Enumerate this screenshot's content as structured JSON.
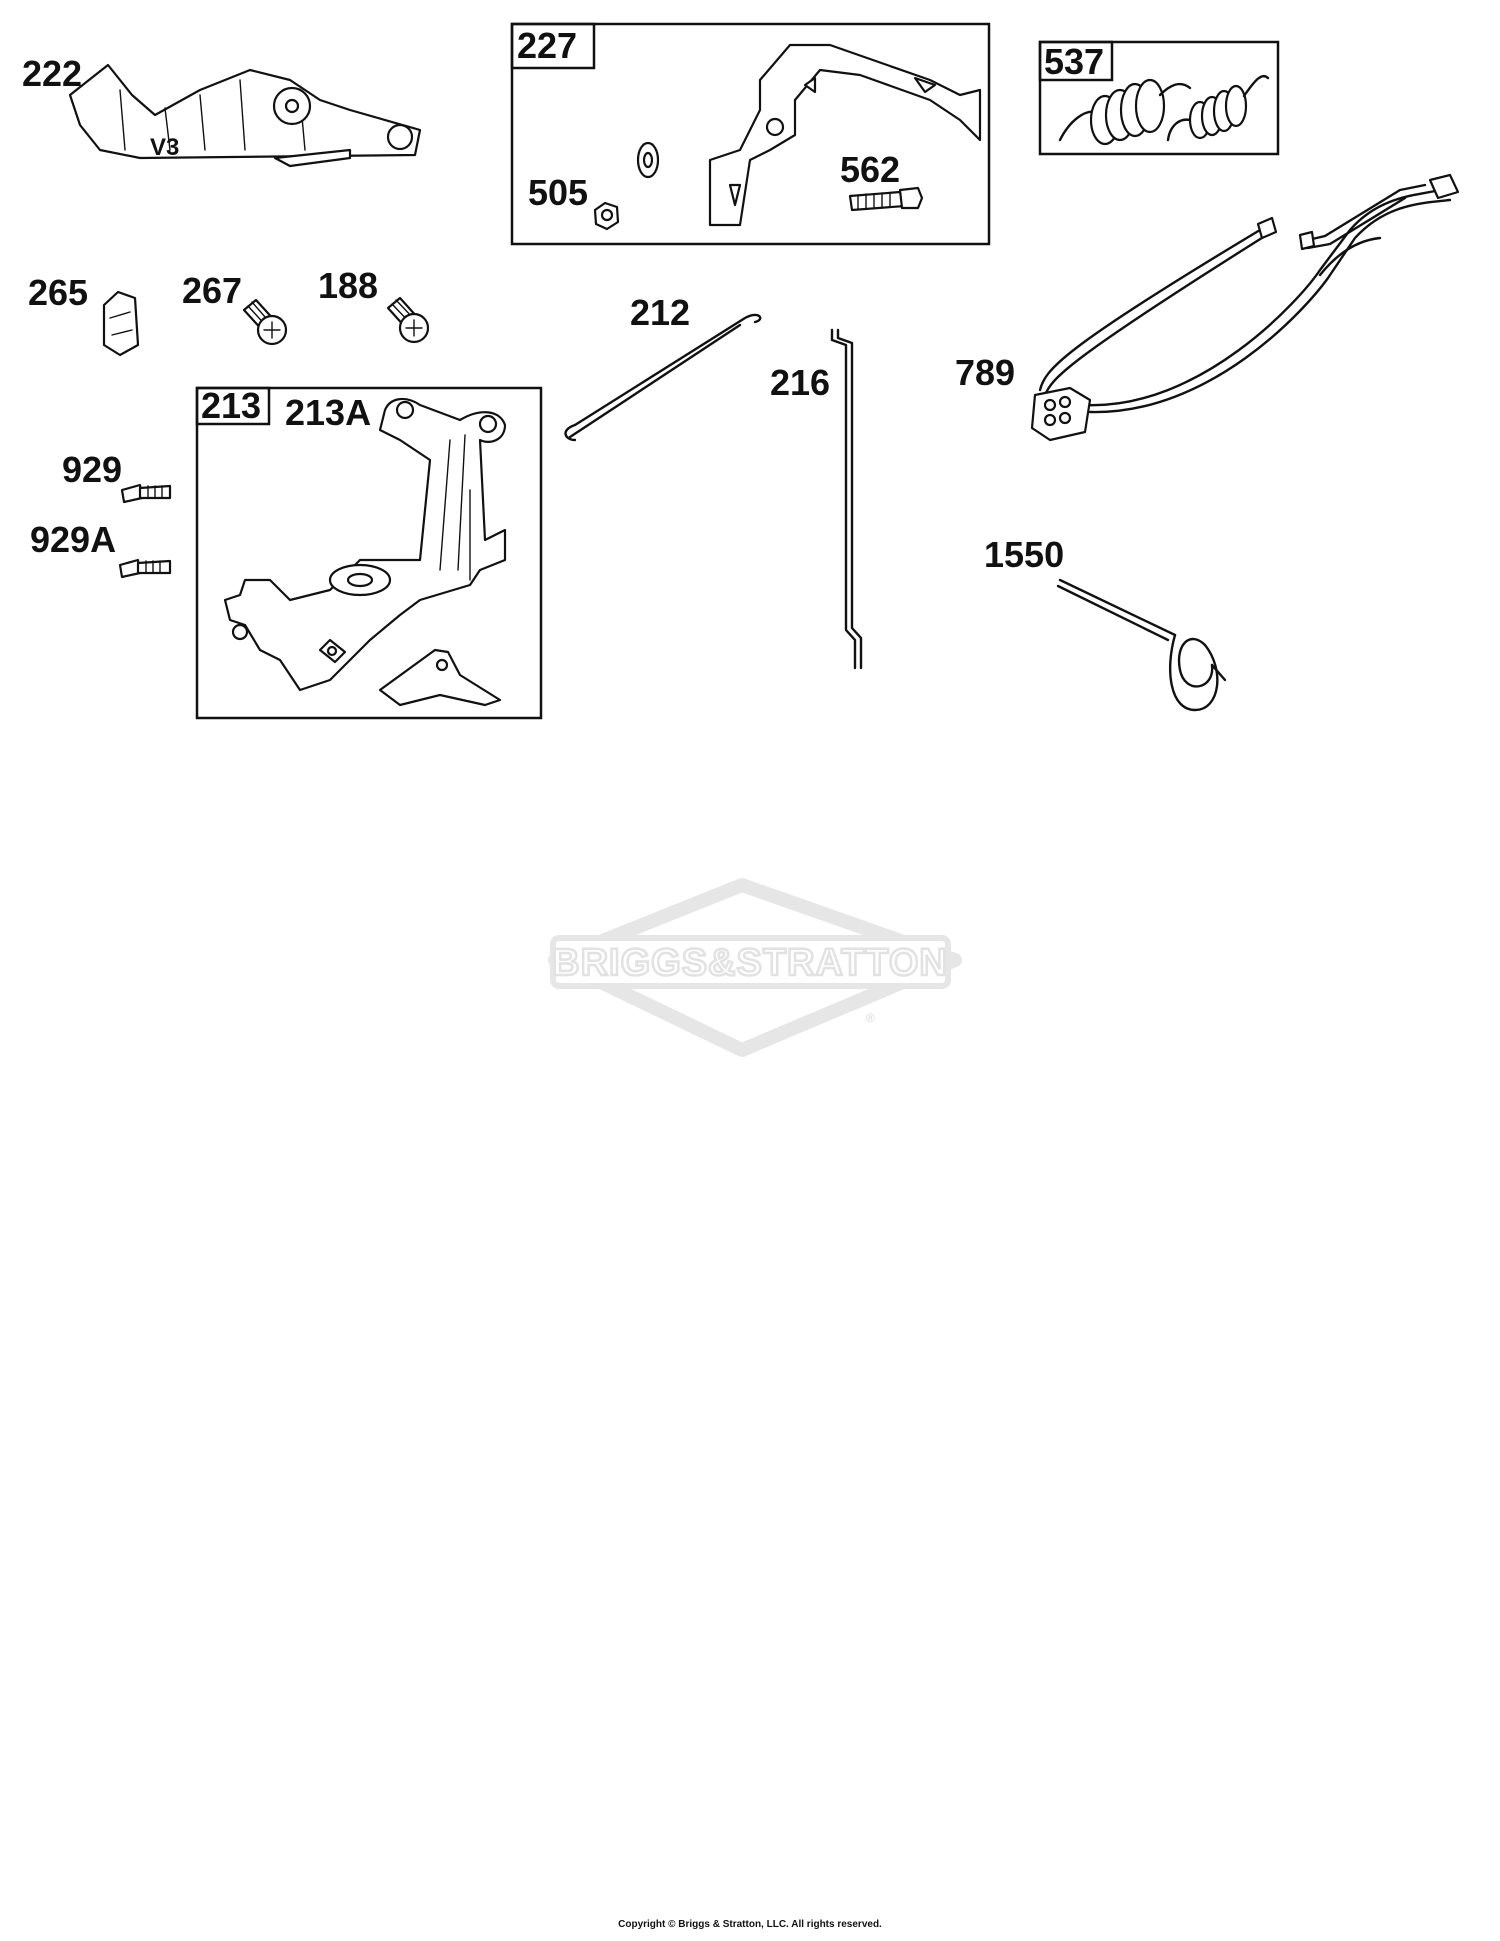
{
  "labels": {
    "p222": "222",
    "v3": "V3",
    "p227": "227",
    "p505": "505",
    "p562": "562",
    "p537": "537",
    "p265": "265",
    "p267": "267",
    "p188": "188",
    "p212": "212",
    "p216": "216",
    "p789": "789",
    "p213": "213",
    "p213a": "213A",
    "p929": "929",
    "p929a": "929A",
    "p1550": "1550"
  },
  "watermark": {
    "text": "BRIGGS&STRATTON",
    "registered": "®"
  },
  "footer": {
    "copyright": "Copyright © Briggs & Stratton, LLC. All rights reserved."
  }
}
